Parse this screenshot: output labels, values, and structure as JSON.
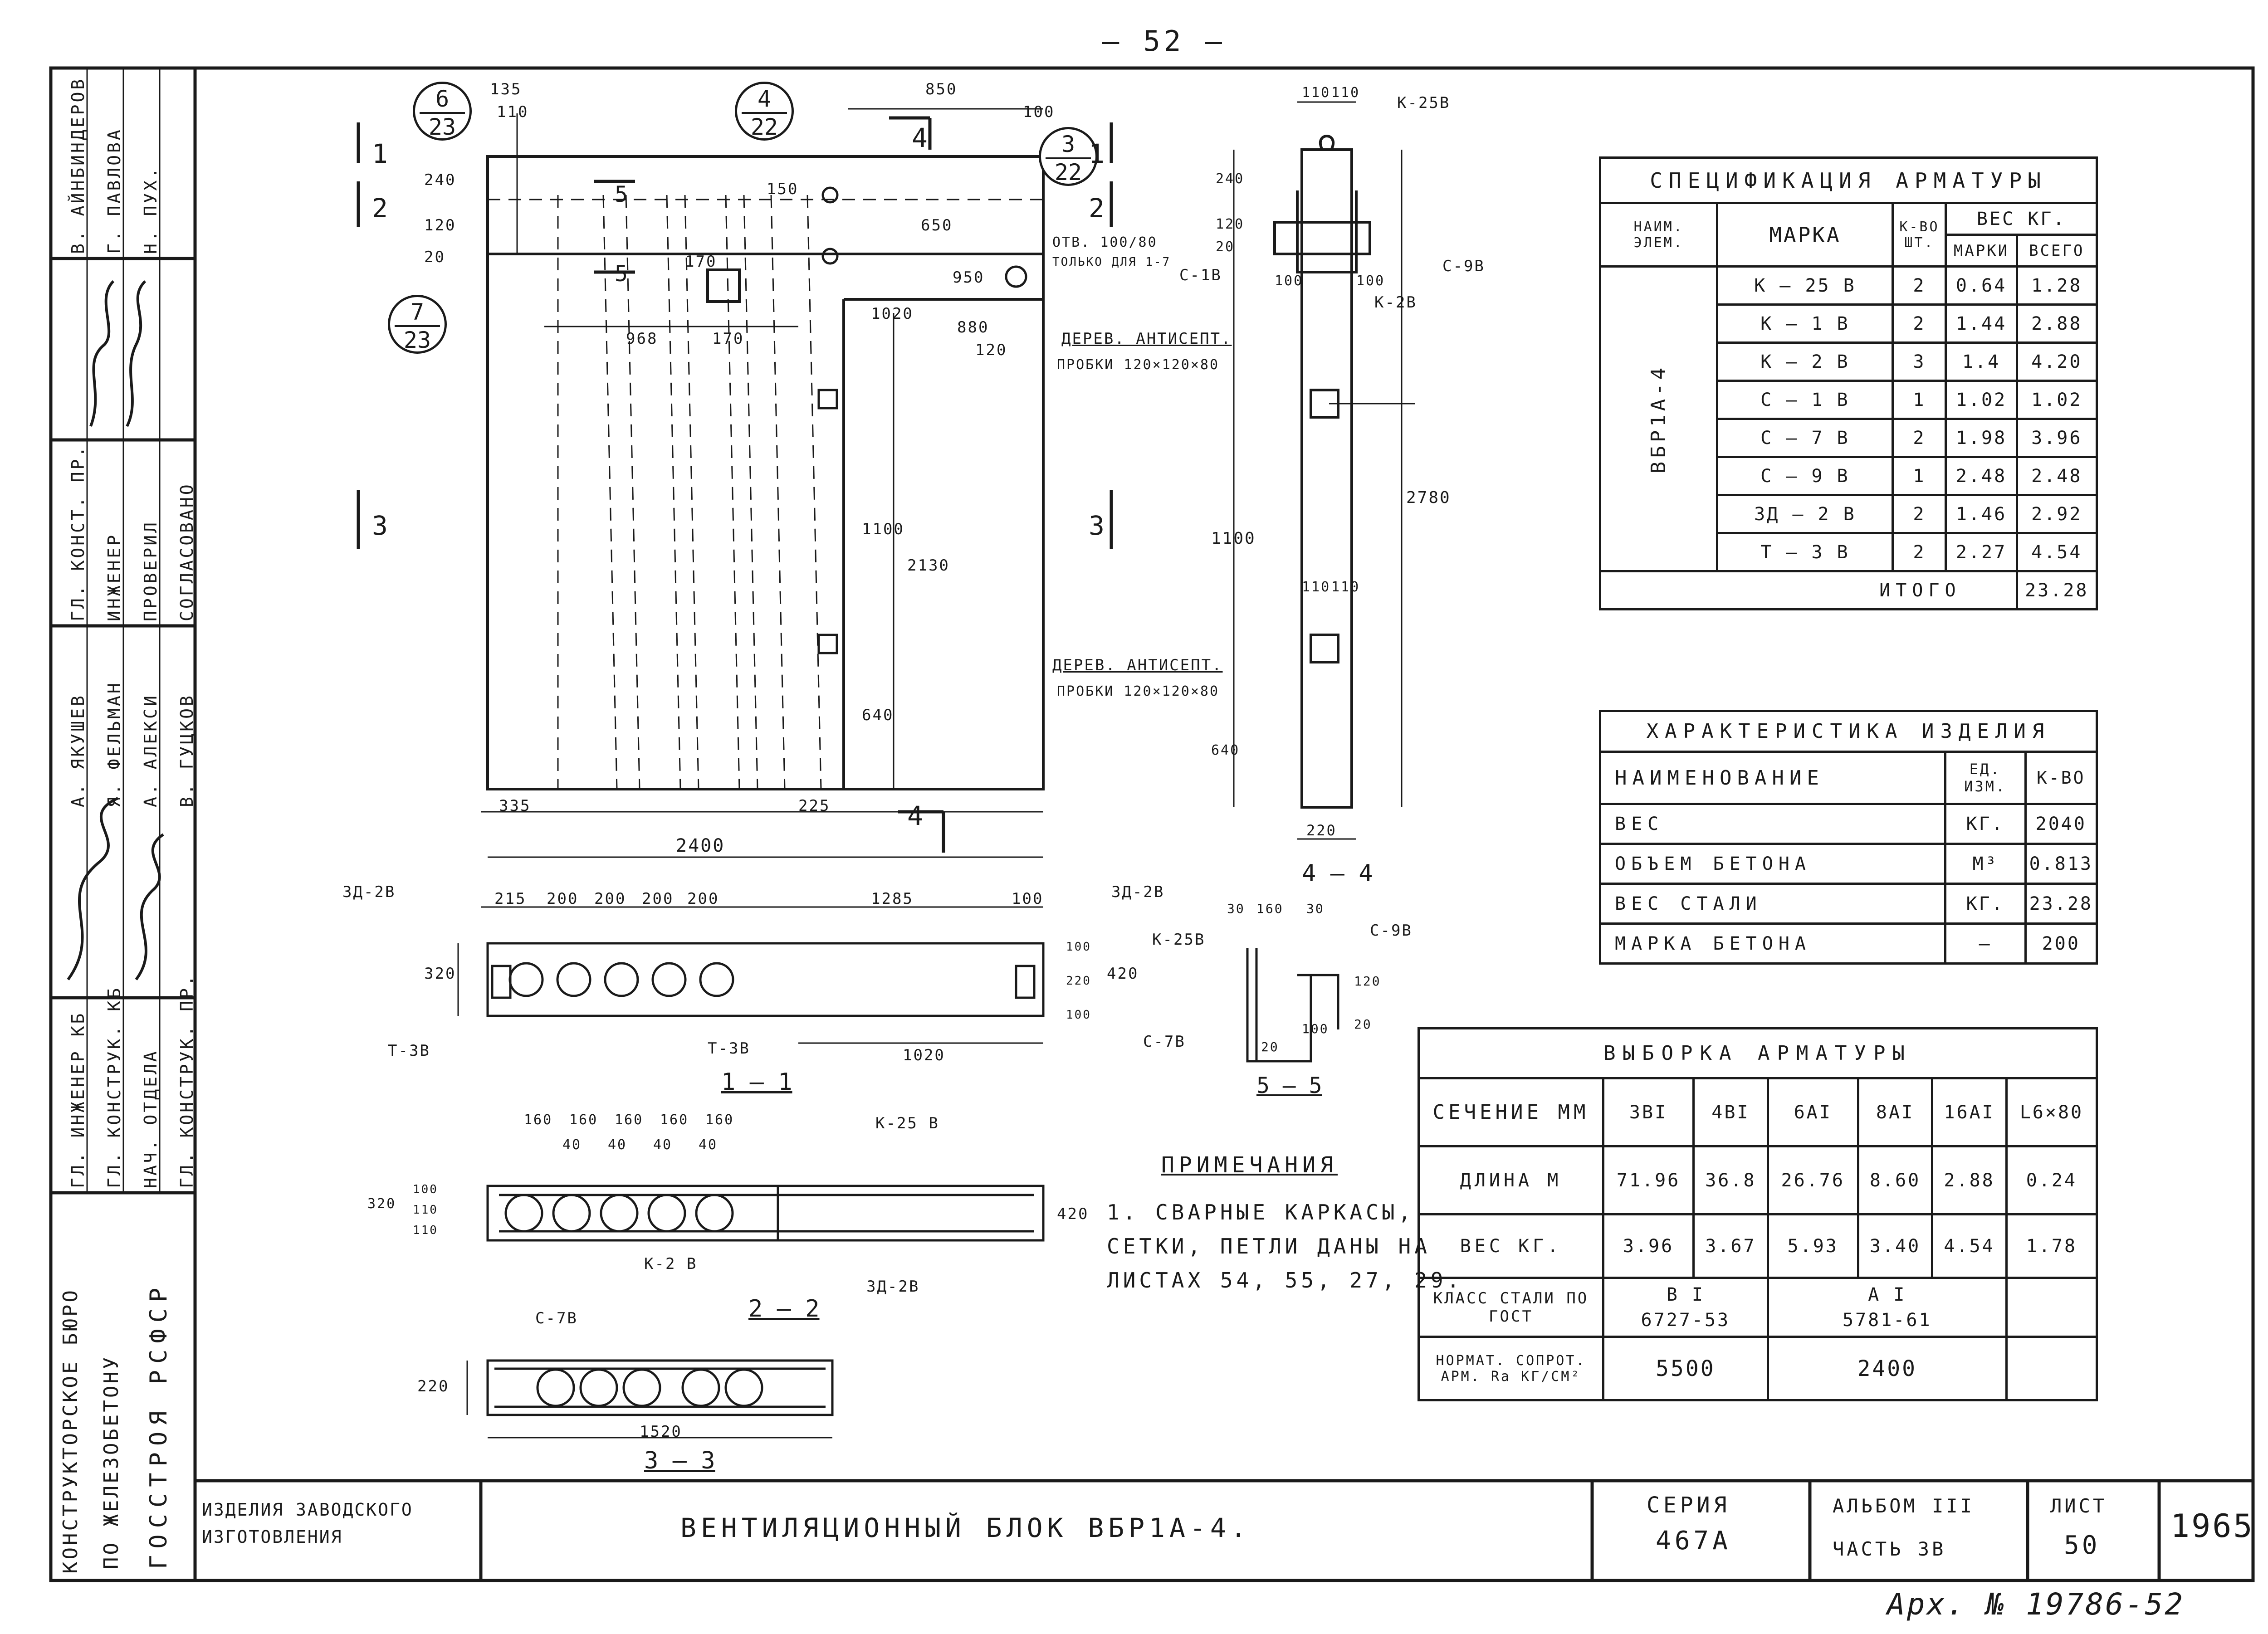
{
  "page_number": "— 52 —",
  "archive_number": "Арх. № 19786-52",
  "title_block": {
    "product_group": [
      "ИЗДЕЛИЯ ЗАВОДСКОГО",
      "ИЗГОТОВЛЕНИЯ"
    ],
    "title": "ВЕНТИЛЯЦИОННЫЙ БЛОК ВБР1А-4.",
    "series_label": "СЕРИЯ",
    "series_value": "467А",
    "album_label": "АЛЬБОМ III",
    "album_part": "ЧАСТЬ 3В",
    "sheet_label": "ЛИСТ",
    "sheet_value": "50",
    "year": "1965"
  },
  "side_stamp": {
    "org": [
      "КОНСТРУКТОРСКОЕ БЮРО",
      "ПО ЖЕЛЕЗОБЕТОНУ",
      "ГОССТРОЯ РСФСР"
    ],
    "roles_group1": [
      "ГЛ. ИНЖЕНЕР КБ",
      "ГЛ. КОНСТРУК. КБ",
      "НАЧ. ОТДЕЛА",
      "ГЛ. КОНСТРУК. ПР."
    ],
    "names_group1": [
      "А. ЯКУШЕВ",
      "Я. ФЕЛЬМАН",
      "А. АЛЕКСИ",
      "В. ГУЦКОВ"
    ],
    "roles_group2": [
      "ГЛ. КОНСТ. ПР.",
      "ИНЖЕНЕР",
      "ПРОВЕРИЛ",
      "СОГЛАСОВАНО"
    ],
    "names_group2": [
      "В. АЙНБИНДЕРОВ",
      "Г. ПАВЛОВА",
      "Н. ПУХ."
    ]
  },
  "spec_table": {
    "title": "СПЕЦИФИКАЦИЯ АРМАТУРЫ",
    "headers": {
      "elem": "НАИМ. ЭЛЕМ.",
      "mark": "МАРКА",
      "qty": "К-ВО ШТ.",
      "weight": "ВЕС КГ.",
      "w_mark": "МАРКИ",
      "w_total": "ВСЕГО"
    },
    "element": "ВБР1А-4",
    "rows": [
      [
        "К – 25 В",
        "2",
        "0.64",
        "1.28"
      ],
      [
        "К – 1 В",
        "2",
        "1.44",
        "2.88"
      ],
      [
        "К – 2 В",
        "3",
        "1.4",
        "4.20"
      ],
      [
        "С – 1 В",
        "1",
        "1.02",
        "1.02"
      ],
      [
        "С – 7 В",
        "2",
        "1.98",
        "3.96"
      ],
      [
        "С – 9 В",
        "1",
        "2.48",
        "2.48"
      ],
      [
        "ЗД – 2 В",
        "2",
        "1.46",
        "2.92"
      ],
      [
        "Т – 3 В",
        "2",
        "2.27",
        "4.54"
      ]
    ],
    "total_label": "ИТОГО",
    "total_value": "23.28"
  },
  "char_table": {
    "title": "ХАРАКТЕРИСТИКА ИЗДЕЛИЯ",
    "headers": [
      "НАИМЕНОВАНИЕ",
      "ЕД. ИЗМ.",
      "К-ВО"
    ],
    "rows": [
      [
        "ВЕС",
        "КГ.",
        "2040"
      ],
      [
        "ОБЪЕМ БЕТОНА",
        "М³",
        "0.813"
      ],
      [
        "ВЕС СТАЛИ",
        "КГ.",
        "23.28"
      ],
      [
        "МАРКА БЕТОНА",
        "—",
        "200"
      ]
    ]
  },
  "selection_table": {
    "title": "ВЫБОРКА АРМАТУРЫ",
    "section_label": "СЕЧЕНИЕ ММ",
    "columns": [
      "3ВI",
      "4ВI",
      "6АI",
      "8АI",
      "16АI",
      "L6×80"
    ],
    "length_label": "ДЛИНА М",
    "lengths": [
      "71.96",
      "36.8",
      "26.76",
      "8.60",
      "2.88",
      "0.24"
    ],
    "weight_label": "ВЕС КГ.",
    "weights": [
      "3.96",
      "3.67",
      "5.93",
      "3.40",
      "4.54",
      "1.78"
    ],
    "class_label": "КЛАСС СТАЛИ ПО ГОСТ",
    "class_b": "В I",
    "gost_b": "6727-53",
    "class_a": "А I",
    "gost_a": "5781-61",
    "norm_label": "НОРМАТ. СОПРОТ. АРМ. Rа КГ/СМ²",
    "norm_b": "5500",
    "norm_a": "2400"
  },
  "notes": {
    "title": "ПРИМЕЧАНИЯ",
    "lines": [
      "1. СВАРНЫЕ КАРКАСЫ,",
      "СЕТКИ, ПЕТЛИ ДАНЫ НА",
      "ЛИСТАХ 54, 55, 27, 29."
    ]
  },
  "elevation": {
    "callouts": [
      {
        "top": "6",
        "bottom": "23"
      },
      {
        "top": "4",
        "bottom": "22"
      },
      {
        "top": "3",
        "bottom": "22"
      },
      {
        "top": "7",
        "bottom": "23"
      }
    ],
    "dims": {
      "d850": "850",
      "d100": "100",
      "d135": "135",
      "d110": "110",
      "d240": "240",
      "d20": "20",
      "d120": "120",
      "d150": "150",
      "d650": "650",
      "d950": "950",
      "d1020": "1020",
      "d880": "880",
      "d120b": "120",
      "d968": "968",
      "d170": "170",
      "d1100": "1100",
      "d2130": "2130",
      "d640": "640",
      "d335": "335",
      "d225": "225",
      "d2400": "2400",
      "d170b": "170"
    },
    "hole_note": [
      "ОТВ. 100/80",
      "ТОЛЬКО ДЛЯ 1-7"
    ],
    "plug_note": [
      "ДЕРЕВ. АНТИСЕПТ.",
      "ПРОБКИ 120×120×80"
    ],
    "section_marks": [
      "1",
      "2",
      "4",
      "5",
      "3",
      "1",
      "2",
      "3",
      "5",
      "4"
    ]
  },
  "side_view": {
    "labels": [
      "К-25В",
      "С-1В",
      "С-9В",
      "К-2В"
    ],
    "dims": [
      "110",
      "110",
      "240",
      "120",
      "20",
      "100",
      "100",
      "2780",
      "1100",
      "640",
      "110",
      "110",
      "220"
    ],
    "section_title": "4 – 4"
  },
  "section_1_1": {
    "title": "1 – 1",
    "labels": [
      "ЗД-2В",
      "ЗД-2В",
      "Т-3В",
      "Т-3В"
    ],
    "dims": [
      "215",
      "200",
      "200",
      "200",
      "200",
      "1285",
      "100",
      "320",
      "420",
      "100",
      "220",
      "100",
      "1020"
    ]
  },
  "section_5_5": {
    "title": "5 – 5",
    "labels": [
      "К-25В",
      "С-9В",
      "С-7В"
    ],
    "dims": [
      "30",
      "160",
      "30",
      "120",
      "20",
      "100",
      "20"
    ]
  },
  "section_2_2": {
    "title": "2 – 2",
    "labels": [
      "К-25 В",
      "К-2 В",
      "ЗД-2В"
    ],
    "dims": [
      "160",
      "160",
      "160",
      "160",
      "160",
      "40",
      "40",
      "40",
      "40",
      "320",
      "110",
      "110",
      "100",
      "420"
    ]
  },
  "section_3_3": {
    "title": "3 – 3",
    "labels": [
      "С-7В"
    ],
    "dims": [
      "220",
      "1520"
    ]
  }
}
